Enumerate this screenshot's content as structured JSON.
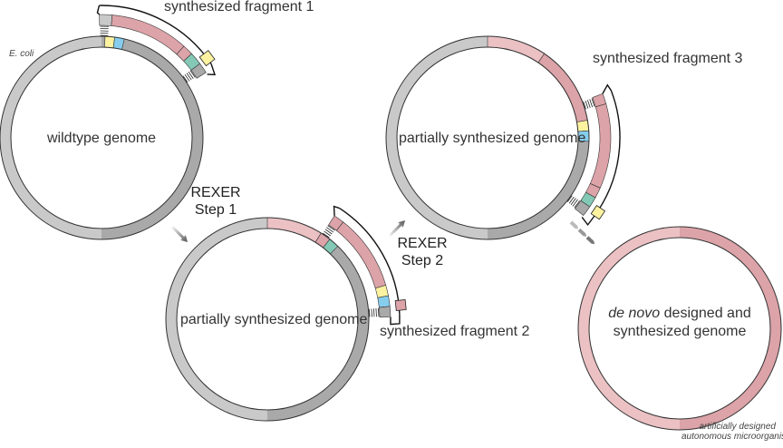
{
  "organism_label": "E. coli",
  "genomes": [
    {
      "id": "wildtype",
      "label": "wildtype genome"
    },
    {
      "id": "partial1",
      "label": "partially synthesized genome"
    },
    {
      "id": "partial2",
      "label": "partially synthesized genome"
    },
    {
      "id": "denovo",
      "label_italic": "de novo",
      "label_rest": " designed and",
      "label_line2": "synthesized genome"
    }
  ],
  "fragments": [
    {
      "label": "synthesized fragment 1"
    },
    {
      "label": "synthesized fragment 2"
    },
    {
      "label": "synthesized fragment 3"
    }
  ],
  "steps": [
    {
      "line1": "REXER",
      "line2": "Step 1"
    },
    {
      "line1": "REXER",
      "line2": "Step 2"
    }
  ],
  "caption": {
    "line1": "artificially designed",
    "line2": "autonomous microorganism"
  },
  "colors": {
    "genome_gray_light": "#c9c9c9",
    "genome_gray_dark": "#a9a9aa",
    "synthetic_pink": "#dca3a8",
    "synthetic_pink_light": "#ebc1c4",
    "marker_yellow": "#fdf2a0",
    "marker_blue": "#86cdee",
    "marker_teal": "#84c9b6",
    "outline": "#333333"
  }
}
